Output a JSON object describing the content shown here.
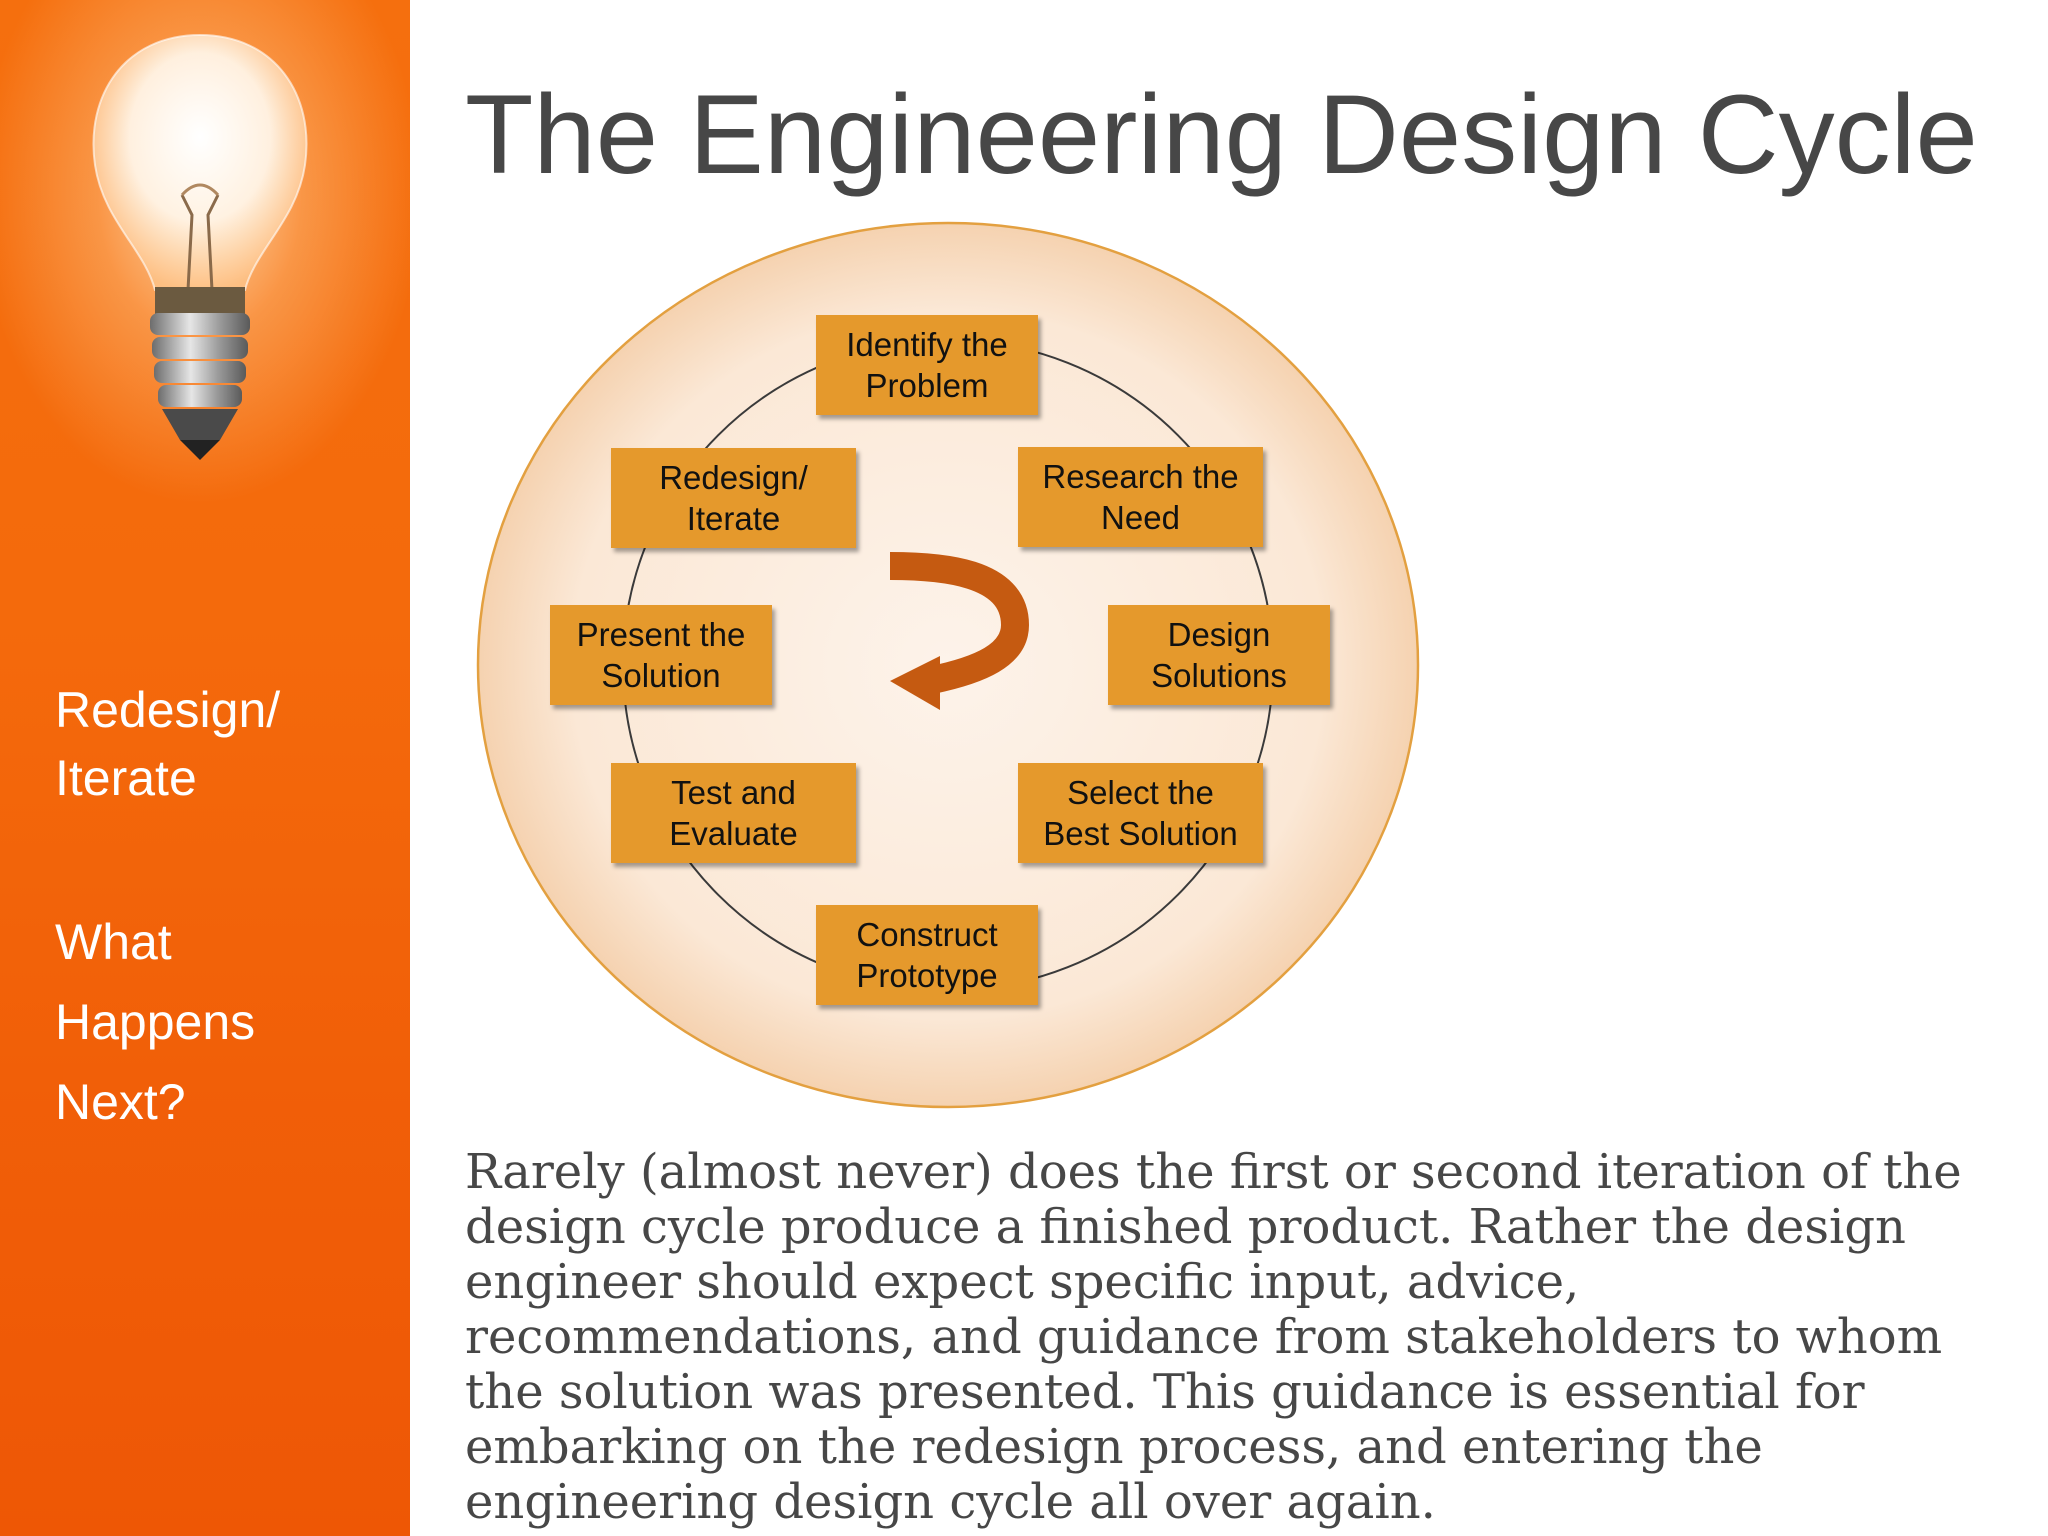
{
  "slide": {
    "title": "The Engineering Design Cycle",
    "sidebar": {
      "top_text": "Redesign/\nIterate",
      "bottom_text": "What\nHappens\nNext?"
    },
    "body_text": "Rarely (almost never) does the first or second iteration of the design cycle produce a finished product. Rather the design engineer should expect specific input, advice, recommendations, and guidance from stakeholders to whom the solution was presented.   This guidance is essential for embarking on the redesign process, and entering the engineering design cycle all over again."
  },
  "diagram": {
    "steps": [
      "Identify the\nProblem",
      "Research the\nNeed",
      "Design\nSolutions",
      "Select the\nBest Solution",
      "Construct\nPrototype",
      "Test and\nEvaluate",
      "Present the\nSolution",
      "Redesign/\nIterate"
    ],
    "direction_icon": "clockwise-curved-arrow-icon"
  },
  "colors": {
    "sidebar_orange": "#f56f0e",
    "circle_fill": "#fbe8d6",
    "circle_border": "#e3a040",
    "step_box": "#e5992c",
    "arrow": "#c55a11",
    "title_text": "#474747",
    "body_text": "#474747"
  }
}
